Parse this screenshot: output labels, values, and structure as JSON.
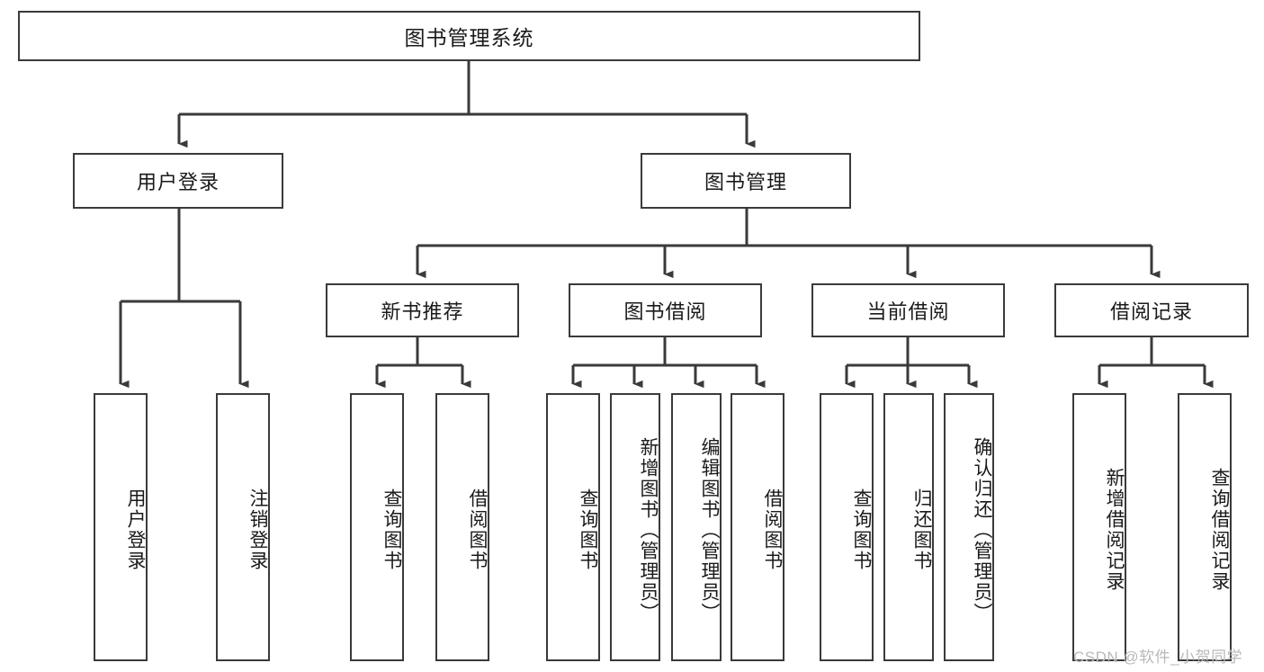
{
  "diagram": {
    "title": "图书管理系统",
    "type": "tree-hierarchy",
    "watermark": "CSDN @软件_小贺同学",
    "colors": {
      "box_border": "#3a3a3a",
      "box_fill": "#ffffff",
      "line": "#3a3a3a",
      "text": "#1a1a1a",
      "watermark": "#b9b9b9",
      "background": "#ffffff"
    },
    "levels": {
      "level1": [
        {
          "id": "root",
          "label": "图书管理系统",
          "orientation": "horizontal"
        }
      ],
      "level2": [
        {
          "id": "user-login",
          "label": "用户登录",
          "orientation": "horizontal"
        },
        {
          "id": "book-management",
          "label": "图书管理",
          "orientation": "horizontal"
        }
      ],
      "level3": [
        {
          "id": "new-book-recommend",
          "label": "新书推荐",
          "orientation": "horizontal"
        },
        {
          "id": "book-borrow",
          "label": "图书借阅",
          "orientation": "horizontal"
        },
        {
          "id": "current-borrow",
          "label": "当前借阅",
          "orientation": "horizontal"
        },
        {
          "id": "borrow-record",
          "label": "借阅记录",
          "orientation": "horizontal"
        }
      ],
      "level4": [
        {
          "id": "leaf-user-login",
          "label": "用户登录",
          "parent": "user-login",
          "orientation": "vertical"
        },
        {
          "id": "leaf-logout-login",
          "label": "注销登录",
          "parent": "user-login",
          "orientation": "vertical"
        },
        {
          "id": "leaf-query-book-1",
          "label": "查询图书",
          "parent": "new-book-recommend",
          "orientation": "vertical"
        },
        {
          "id": "leaf-borrow-book-1",
          "label": "借阅图书",
          "parent": "new-book-recommend",
          "orientation": "vertical"
        },
        {
          "id": "leaf-query-book-2",
          "label": "查询图书",
          "parent": "book-borrow",
          "orientation": "vertical"
        },
        {
          "id": "leaf-add-book",
          "label": "新增图书（管理员）",
          "parent": "book-borrow",
          "orientation": "vertical"
        },
        {
          "id": "leaf-edit-book",
          "label": "编辑图书（管理员）",
          "parent": "book-borrow",
          "orientation": "vertical"
        },
        {
          "id": "leaf-borrow-book-2",
          "label": "借阅图书",
          "parent": "book-borrow",
          "orientation": "vertical"
        },
        {
          "id": "leaf-query-book-3",
          "label": "查询图书",
          "parent": "current-borrow",
          "orientation": "vertical"
        },
        {
          "id": "leaf-return-book",
          "label": "归还图书",
          "parent": "current-borrow",
          "orientation": "vertical"
        },
        {
          "id": "leaf-confirm-return",
          "label": "确认归还（管理员）",
          "parent": "current-borrow",
          "orientation": "vertical"
        },
        {
          "id": "leaf-add-record",
          "label": "新增借阅记录",
          "parent": "borrow-record",
          "orientation": "vertical"
        },
        {
          "id": "leaf-query-record",
          "label": "查询借阅记录",
          "parent": "borrow-record",
          "orientation": "vertical"
        }
      ]
    }
  }
}
